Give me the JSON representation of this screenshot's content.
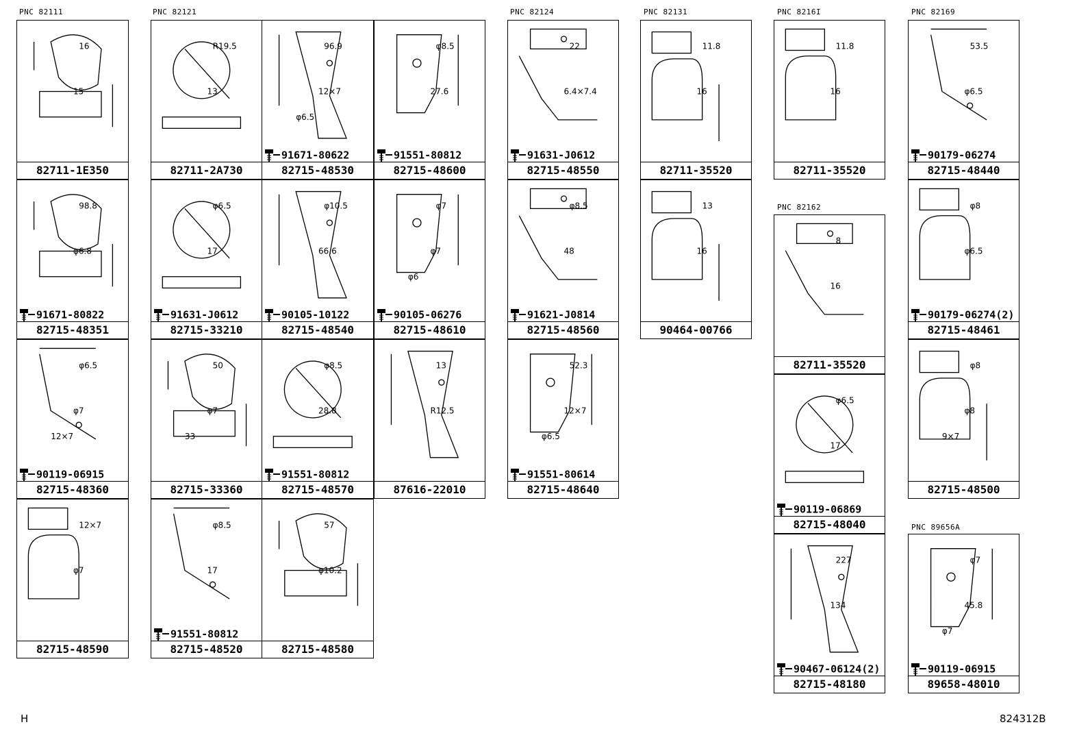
{
  "pnc_labels": [
    {
      "key": "p82111",
      "text": "PNC 82111"
    },
    {
      "key": "p82121",
      "text": "PNC 82121"
    },
    {
      "key": "p82124",
      "text": "PNC 82124"
    },
    {
      "key": "p82131",
      "text": "PNC 82131"
    },
    {
      "key": "p82161",
      "text": "PNC 8216I"
    },
    {
      "key": "p82169",
      "text": "PNC 82169"
    },
    {
      "key": "p82162",
      "text": "PNC 82162"
    },
    {
      "key": "p89656a",
      "text": "PNC 89656A"
    }
  ],
  "cells": [
    {
      "part": "82711-1E350",
      "fastener": "",
      "dims": [
        "16",
        "15"
      ]
    },
    {
      "part": "82711-2A730",
      "fastener": "",
      "dims": [
        "R19.5",
        "13"
      ]
    },
    {
      "part": "82715-48530",
      "fastener": "91671-80622",
      "dims": [
        "96.9",
        "12×7",
        "φ6.5"
      ]
    },
    {
      "part": "82715-48600",
      "fastener": "91551-80812",
      "dims": [
        "φ8.5",
        "27.6"
      ]
    },
    {
      "part": "82715-48550",
      "fastener": "91631-J0612",
      "dims": [
        "22",
        "6.4×7.4"
      ]
    },
    {
      "part": "82711-35520",
      "fastener": "",
      "dims": [
        "11.8",
        "16"
      ]
    },
    {
      "part": "82711-35520",
      "fastener": "",
      "dims": [
        "11.8",
        "16"
      ]
    },
    {
      "part": "82715-48440",
      "fastener": "90179-06274",
      "dims": [
        "53.5",
        "φ6.5"
      ]
    },
    {
      "part": "82715-48351",
      "fastener": "91671-80822",
      "dims": [
        "98.8",
        "φ6.8"
      ]
    },
    {
      "part": "82715-33210",
      "fastener": "91631-J0612",
      "dims": [
        "φ6.5",
        "17"
      ]
    },
    {
      "part": "82715-48540",
      "fastener": "90105-10122",
      "dims": [
        "φ10.5",
        "66.6"
      ]
    },
    {
      "part": "82715-48610",
      "fastener": "90105-06276",
      "dims": [
        "φ7",
        "φ7",
        "φ6"
      ]
    },
    {
      "part": "82715-48560",
      "fastener": "91621-J0814",
      "dims": [
        "φ8.5",
        "48"
      ]
    },
    {
      "part": "90464-00766",
      "fastener": "",
      "dims": [
        "13",
        "16"
      ]
    },
    {
      "part": "82715-48461",
      "fastener": "90179-06274(2)",
      "dims": [
        "φ8",
        "φ6.5"
      ]
    },
    {
      "part": "82715-48360",
      "fastener": "90119-06915",
      "dims": [
        "φ6.5",
        "φ7",
        "12×7"
      ]
    },
    {
      "part": "82715-33360",
      "fastener": "",
      "dims": [
        "50",
        "φ7",
        "33"
      ]
    },
    {
      "part": "82715-48570",
      "fastener": "91551-80812",
      "dims": [
        "φ8.5",
        "28.8"
      ]
    },
    {
      "part": "87616-22010",
      "fastener": "",
      "dims": [
        "13",
        "R12.5"
      ]
    },
    {
      "part": "82715-48640",
      "fastener": "91551-80614",
      "dims": [
        "52.3",
        "12×7",
        "φ6.5"
      ]
    },
    {
      "part": "82711-35520",
      "fastener": "",
      "dims": [
        "8",
        "16"
      ]
    },
    {
      "part": "82715-48500",
      "fastener": "",
      "dims": [
        "φ8",
        "φ8",
        "9×7"
      ]
    },
    {
      "part": "82715-48590",
      "fastener": "",
      "dims": [
        "12×7",
        "φ7"
      ]
    },
    {
      "part": "82715-48520",
      "fastener": "91551-80812",
      "dims": [
        "φ8.5",
        "17"
      ]
    },
    {
      "part": "82715-48580",
      "fastener": "",
      "dims": [
        "57",
        "φ10.2"
      ]
    },
    {
      "part": "82715-48040",
      "fastener": "90119-06869",
      "dims": [
        "φ6.5",
        "17"
      ]
    },
    {
      "part": "82715-48180",
      "fastener": "90467-06124(2)",
      "dims": [
        "227",
        "134"
      ]
    },
    {
      "part": "89658-48010",
      "fastener": "90119-06915",
      "dims": [
        "φ7",
        "45.8",
        "φ7"
      ]
    }
  ],
  "footer": {
    "left": "H",
    "right": "824312B"
  }
}
